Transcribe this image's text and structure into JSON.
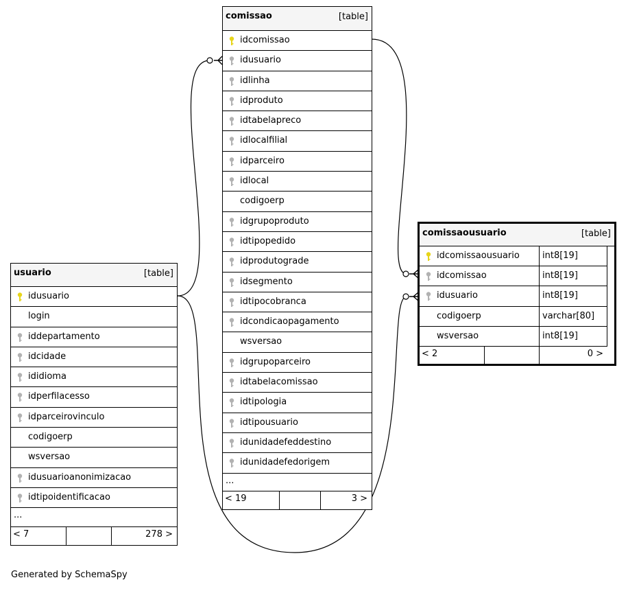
{
  "colors": {
    "primary_key": "#e7d51a",
    "foreign_key": "#b2b2b2",
    "header_bg": "#f5f5f5"
  },
  "tables": {
    "comissao": {
      "name": "comissao",
      "type": "[table]",
      "columns": [
        {
          "name": "idcomissao",
          "key": "primary"
        },
        {
          "name": "idusuario",
          "key": "foreign"
        },
        {
          "name": "idlinha",
          "key": "foreign"
        },
        {
          "name": "idproduto",
          "key": "foreign"
        },
        {
          "name": "idtabelapreco",
          "key": "foreign"
        },
        {
          "name": "idlocalfilial",
          "key": "foreign"
        },
        {
          "name": "idparceiro",
          "key": "foreign"
        },
        {
          "name": "idlocal",
          "key": "foreign"
        },
        {
          "name": "codigoerp",
          "key": "none"
        },
        {
          "name": "idgrupoproduto",
          "key": "foreign"
        },
        {
          "name": "idtipopedido",
          "key": "foreign"
        },
        {
          "name": "idprodutograde",
          "key": "foreign"
        },
        {
          "name": "idsegmento",
          "key": "foreign"
        },
        {
          "name": "idtipocobranca",
          "key": "foreign"
        },
        {
          "name": "idcondicaopagamento",
          "key": "foreign"
        },
        {
          "name": "wsversao",
          "key": "none"
        },
        {
          "name": "idgrupoparceiro",
          "key": "foreign"
        },
        {
          "name": "idtabelacomissao",
          "key": "foreign"
        },
        {
          "name": "idtipologia",
          "key": "foreign"
        },
        {
          "name": "idtipousuario",
          "key": "foreign"
        },
        {
          "name": "idunidadefeddestino",
          "key": "foreign"
        },
        {
          "name": "idunidadefedorigem",
          "key": "foreign"
        }
      ],
      "more": "...",
      "footer_left": "< 19",
      "footer_right": "3 >"
    },
    "usuario": {
      "name": "usuario",
      "type": "[table]",
      "columns": [
        {
          "name": "idusuario",
          "key": "primary"
        },
        {
          "name": "login",
          "key": "none"
        },
        {
          "name": "iddepartamento",
          "key": "foreign"
        },
        {
          "name": "idcidade",
          "key": "foreign"
        },
        {
          "name": "ididioma",
          "key": "foreign"
        },
        {
          "name": "idperfilacesso",
          "key": "foreign"
        },
        {
          "name": "idparceirovinculo",
          "key": "foreign"
        },
        {
          "name": "codigoerp",
          "key": "none"
        },
        {
          "name": "wsversao",
          "key": "none"
        },
        {
          "name": "idusuarioanonimizacao",
          "key": "foreign"
        },
        {
          "name": "idtipoidentificacao",
          "key": "foreign"
        }
      ],
      "more": "...",
      "footer_left": "< 7",
      "footer_right": "278 >"
    },
    "comissaousuario": {
      "name": "comissaousuario",
      "type": "[table]",
      "columns": [
        {
          "name": "idcomissaousuario",
          "key": "primary",
          "type": "int8[19]"
        },
        {
          "name": "idcomissao",
          "key": "foreign",
          "type": "int8[19]"
        },
        {
          "name": "idusuario",
          "key": "foreign",
          "type": "int8[19]"
        },
        {
          "name": "codigoerp",
          "key": "none",
          "type": "varchar[80]"
        },
        {
          "name": "wsversao",
          "key": "none",
          "type": "int8[19]"
        }
      ],
      "footer_left": "< 2",
      "footer_right": "0 >"
    }
  },
  "generated_by": "Generated by SchemaSpy"
}
